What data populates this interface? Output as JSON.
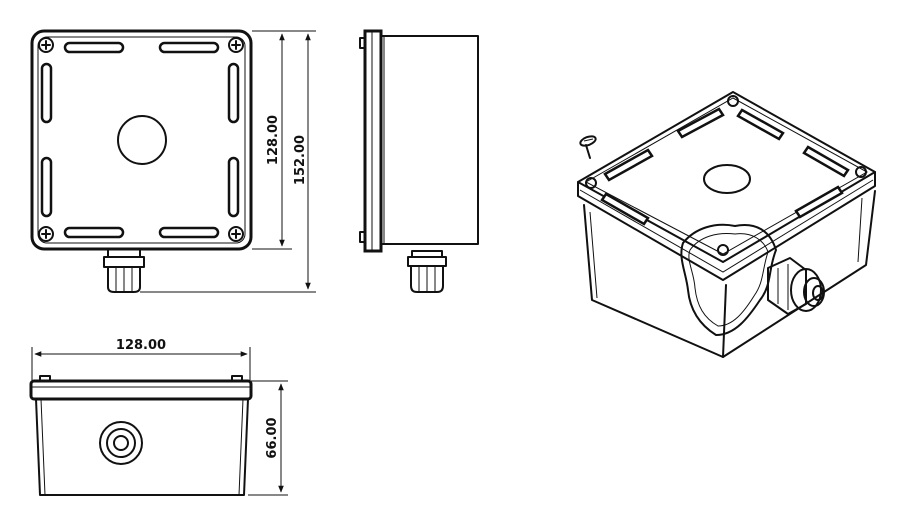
{
  "dimensions": {
    "top_height": "128.00",
    "top_total_height": "152.00",
    "front_width": "128.00",
    "front_height": "66.00"
  },
  "icons": [
    "screw-icon",
    "cable-gland-icon"
  ]
}
